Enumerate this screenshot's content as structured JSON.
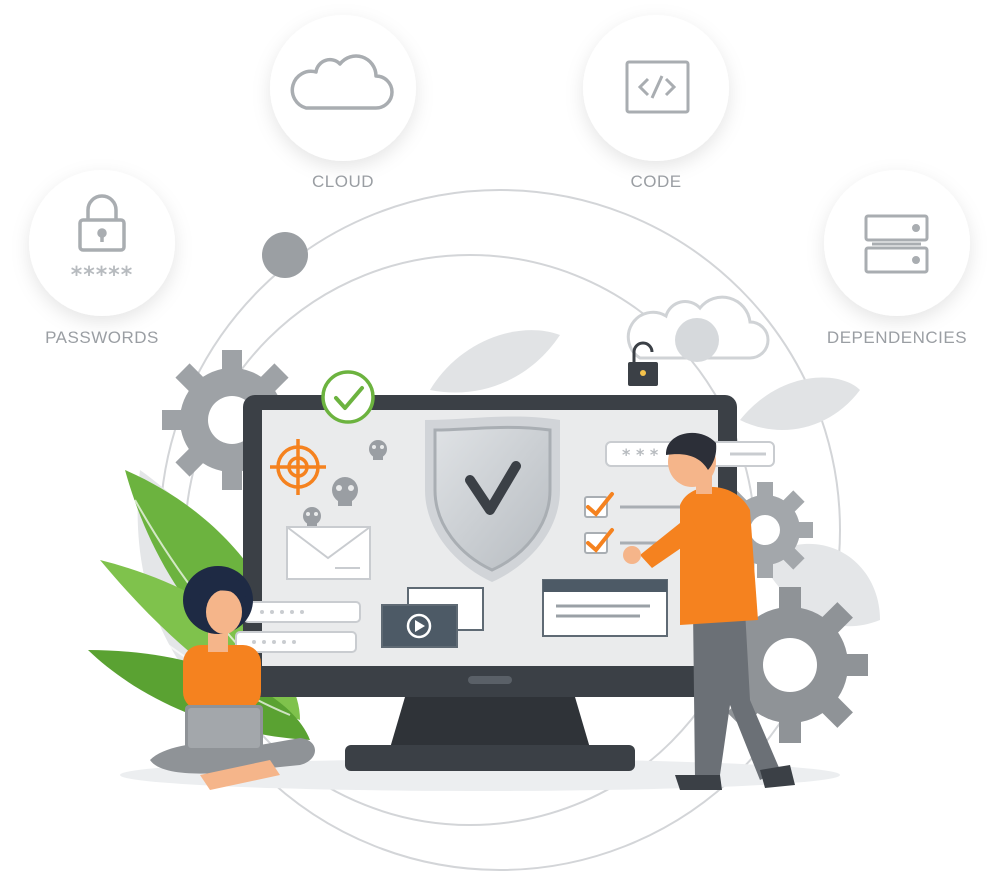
{
  "categories": {
    "cloud": {
      "label": "CLOUD",
      "icon": "cloud-icon"
    },
    "code": {
      "label": "CODE",
      "icon": "code-icon"
    },
    "passwords": {
      "label": "PASSWORDS",
      "icon": "padlock-icon",
      "mask": "*****"
    },
    "dependencies": {
      "label": "DEPENDENCIES",
      "icon": "server-icon"
    }
  },
  "password_mask": "* * *",
  "colors": {
    "accent_orange": "#f5821f",
    "green": "#6cb33f",
    "monitor_dark": "#3b4046",
    "gear_gray": "#9ea2a6",
    "label_gray": "#9a9ea3"
  }
}
